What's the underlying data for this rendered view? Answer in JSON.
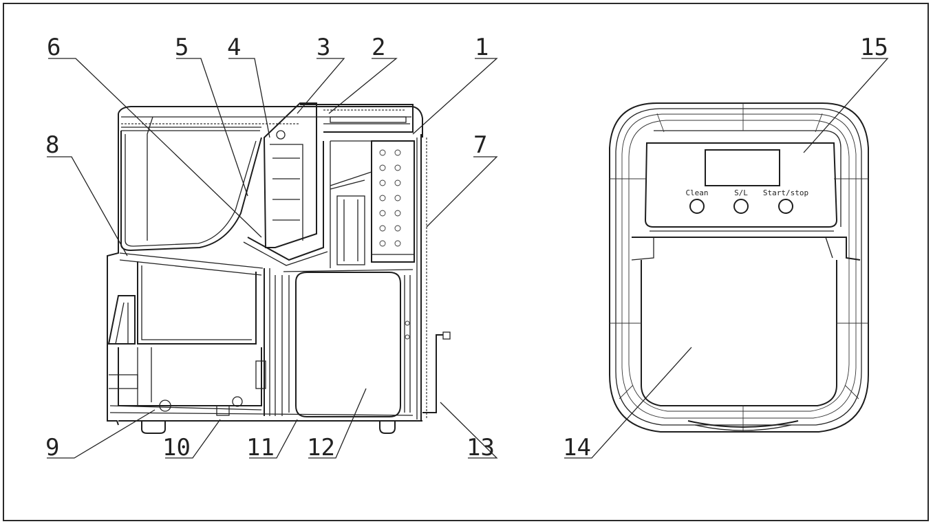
{
  "callouts": [
    {
      "num": "1"
    },
    {
      "num": "2"
    },
    {
      "num": "3"
    },
    {
      "num": "4"
    },
    {
      "num": "5"
    },
    {
      "num": "6"
    },
    {
      "num": "7"
    },
    {
      "num": "8"
    },
    {
      "num": "9"
    },
    {
      "num": "10"
    },
    {
      "num": "11"
    },
    {
      "num": "12"
    },
    {
      "num": "13"
    },
    {
      "num": "14"
    },
    {
      "num": "15"
    }
  ],
  "control_panel": {
    "button_labels": [
      "Clean",
      "S/L",
      "Start/stop"
    ]
  }
}
